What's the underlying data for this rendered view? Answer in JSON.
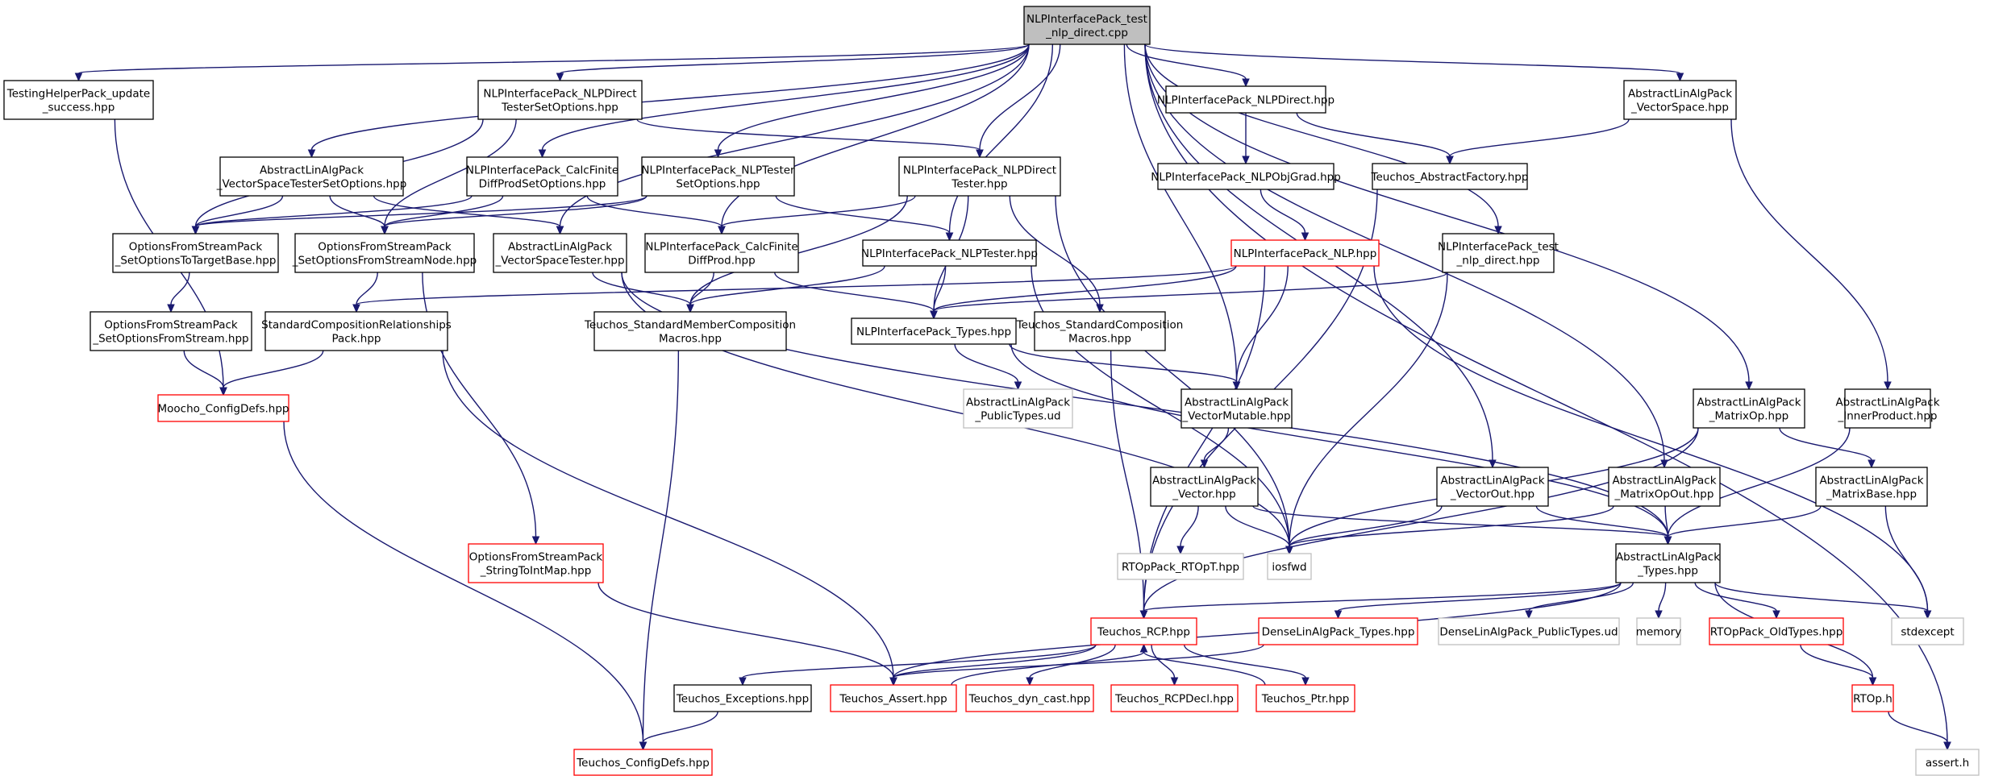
{
  "colors": {
    "edge": "#191970",
    "border_normal": "#000000",
    "border_truncated": "#ff0000",
    "border_external": "#bfbfbf",
    "root_fill": "#bfbfbf",
    "node_fill": "#ffffff"
  },
  "nodes": [
    {
      "id": "root",
      "lines": [
        "NLPInterfacePack_test",
        "_nlp_direct.cpp"
      ],
      "kind": "root"
    },
    {
      "id": "thp",
      "lines": [
        "TestingHelperPack_update",
        "_success.hpp"
      ],
      "kind": "normal"
    },
    {
      "id": "nlpdtso",
      "lines": [
        "NLPInterfacePack_NLPDirect",
        "TesterSetOptions.hpp"
      ],
      "kind": "normal"
    },
    {
      "id": "nlpd",
      "lines": [
        "NLPInterfacePack_NLPDirect.hpp"
      ],
      "kind": "normal"
    },
    {
      "id": "alavs",
      "lines": [
        "AbstractLinAlgPack",
        "_VectorSpace.hpp"
      ],
      "kind": "normal"
    },
    {
      "id": "alavsto",
      "lines": [
        "AbstractLinAlgPack",
        "_VectorSpaceTesterSetOptions.hpp"
      ],
      "kind": "normal"
    },
    {
      "id": "cfdpso",
      "lines": [
        "NLPInterfacePack_CalcFinite",
        "DiffProdSetOptions.hpp"
      ],
      "kind": "normal"
    },
    {
      "id": "nlptso",
      "lines": [
        "NLPInterfacePack_NLPTester",
        "SetOptions.hpp"
      ],
      "kind": "normal"
    },
    {
      "id": "nlpdt",
      "lines": [
        "NLPInterfacePack_NLPDirect",
        "Tester.hpp"
      ],
      "kind": "normal"
    },
    {
      "id": "nlpog",
      "lines": [
        "NLPInterfacePack_NLPObjGrad.hpp"
      ],
      "kind": "normal"
    },
    {
      "id": "taf",
      "lines": [
        "Teuchos_AbstractFactory.hpp"
      ],
      "kind": "normal"
    },
    {
      "id": "ofsptb",
      "lines": [
        "OptionsFromStreamPack",
        "_SetOptionsToTargetBase.hpp"
      ],
      "kind": "normal"
    },
    {
      "id": "ofspsn",
      "lines": [
        "OptionsFromStreamPack",
        "_SetOptionsFromStreamNode.hpp"
      ],
      "kind": "normal"
    },
    {
      "id": "alavst",
      "lines": [
        "AbstractLinAlgPack",
        "_VectorSpaceTester.hpp"
      ],
      "kind": "normal"
    },
    {
      "id": "cfdp",
      "lines": [
        "NLPInterfacePack_CalcFinite",
        "DiffProd.hpp"
      ],
      "kind": "normal"
    },
    {
      "id": "nlpt",
      "lines": [
        "NLPInterfacePack_NLPTester.hpp"
      ],
      "kind": "normal"
    },
    {
      "id": "nlp",
      "lines": [
        "NLPInterfacePack_NLP.hpp"
      ],
      "kind": "truncated"
    },
    {
      "id": "nlpdh",
      "lines": [
        "NLPInterfacePack_test",
        "_nlp_direct.hpp"
      ],
      "kind": "normal"
    },
    {
      "id": "ofspsfs",
      "lines": [
        "OptionsFromStreamPack",
        "_SetOptionsFromStream.hpp"
      ],
      "kind": "normal"
    },
    {
      "id": "scrp",
      "lines": [
        "StandardCompositionRelationships",
        "Pack.hpp"
      ],
      "kind": "normal"
    },
    {
      "id": "tsmc",
      "lines": [
        "Teuchos_StandardMemberComposition",
        "Macros.hpp"
      ],
      "kind": "normal"
    },
    {
      "id": "tscm",
      "lines": [
        "Teuchos_StandardComposition",
        "Macros.hpp"
      ],
      "kind": "normal"
    },
    {
      "id": "nlptypes",
      "lines": [
        "NLPInterfacePack_Types.hpp"
      ],
      "kind": "normal"
    },
    {
      "id": "mcd",
      "lines": [
        "Moocho_ConfigDefs.hpp"
      ],
      "kind": "truncated"
    },
    {
      "id": "alapt",
      "lines": [
        "AbstractLinAlgPack",
        "_PublicTypes.ud"
      ],
      "kind": "external"
    },
    {
      "id": "alavm",
      "lines": [
        "AbstractLinAlgPack",
        "_VectorMutable.hpp"
      ],
      "kind": "normal"
    },
    {
      "id": "alamo",
      "lines": [
        "AbstractLinAlgPack",
        "_MatrixOp.hpp"
      ],
      "kind": "normal"
    },
    {
      "id": "alaip",
      "lines": [
        "AbstractLinAlgPack",
        "_InnerProduct.hpp"
      ],
      "kind": "normal"
    },
    {
      "id": "alav",
      "lines": [
        "AbstractLinAlgPack",
        "_Vector.hpp"
      ],
      "kind": "normal"
    },
    {
      "id": "alavo",
      "lines": [
        "AbstractLinAlgPack",
        "_VectorOut.hpp"
      ],
      "kind": "normal"
    },
    {
      "id": "alamoo",
      "lines": [
        "AbstractLinAlgPack",
        "_MatrixOpOut.hpp"
      ],
      "kind": "normal"
    },
    {
      "id": "alamb",
      "lines": [
        "AbstractLinAlgPack",
        "_MatrixBase.hpp"
      ],
      "kind": "normal"
    },
    {
      "id": "ofsstim",
      "lines": [
        "OptionsFromStreamPack",
        "_StringToIntMap.hpp"
      ],
      "kind": "truncated"
    },
    {
      "id": "rtopt",
      "lines": [
        "RTOpPack_RTOpT.hpp"
      ],
      "kind": "external"
    },
    {
      "id": "iosfwd",
      "lines": [
        "iosfwd"
      ],
      "kind": "external"
    },
    {
      "id": "alatypes",
      "lines": [
        "AbstractLinAlgPack",
        "_Types.hpp"
      ],
      "kind": "normal"
    },
    {
      "id": "trcp",
      "lines": [
        "Teuchos_RCP.hpp"
      ],
      "kind": "truncated"
    },
    {
      "id": "dlapt",
      "lines": [
        "DenseLinAlgPack_Types.hpp"
      ],
      "kind": "truncated"
    },
    {
      "id": "dlaptud",
      "lines": [
        "DenseLinAlgPack_PublicTypes.ud"
      ],
      "kind": "external"
    },
    {
      "id": "memory",
      "lines": [
        "memory"
      ],
      "kind": "external"
    },
    {
      "id": "rtopold",
      "lines": [
        "RTOpPack_OldTypes.hpp"
      ],
      "kind": "truncated"
    },
    {
      "id": "stdexcept",
      "lines": [
        "stdexcept"
      ],
      "kind": "external"
    },
    {
      "id": "texc",
      "lines": [
        "Teuchos_Exceptions.hpp"
      ],
      "kind": "normal"
    },
    {
      "id": "tassert",
      "lines": [
        "Teuchos_Assert.hpp"
      ],
      "kind": "truncated"
    },
    {
      "id": "tdyn",
      "lines": [
        "Teuchos_dyn_cast.hpp"
      ],
      "kind": "truncated"
    },
    {
      "id": "trcpdecl",
      "lines": [
        "Teuchos_RCPDecl.hpp"
      ],
      "kind": "truncated"
    },
    {
      "id": "tptr",
      "lines": [
        "Teuchos_Ptr.hpp"
      ],
      "kind": "truncated"
    },
    {
      "id": "rtoph",
      "lines": [
        "RTOp.h"
      ],
      "kind": "truncated"
    },
    {
      "id": "tcd",
      "lines": [
        "Teuchos_ConfigDefs.hpp"
      ],
      "kind": "truncated"
    },
    {
      "id": "asserth",
      "lines": [
        "assert.h"
      ],
      "kind": "external"
    }
  ],
  "edges": [
    [
      "root",
      "thp"
    ],
    [
      "root",
      "nlpdtso"
    ],
    [
      "root",
      "nlpd"
    ],
    [
      "root",
      "alavs"
    ],
    [
      "root",
      "alavsto"
    ],
    [
      "root",
      "cfdpso"
    ],
    [
      "root",
      "nlptso"
    ],
    [
      "root",
      "nlpdt"
    ],
    [
      "root",
      "cfdp"
    ],
    [
      "root",
      "nlpt"
    ],
    [
      "root",
      "alavst"
    ],
    [
      "root",
      "nlpdh"
    ],
    [
      "root",
      "alavm"
    ],
    [
      "root",
      "alamo"
    ],
    [
      "root",
      "alavo"
    ],
    [
      "root",
      "alamoo"
    ],
    [
      "root",
      "asserth"
    ],
    [
      "thp",
      "mcd"
    ],
    [
      "nlpdtso",
      "ofsptb"
    ],
    [
      "nlpdtso",
      "ofspsn"
    ],
    [
      "nlpdtso",
      "nlpdt"
    ],
    [
      "nlpd",
      "nlpog"
    ],
    [
      "nlpd",
      "taf"
    ],
    [
      "alavs",
      "taf"
    ],
    [
      "alavs",
      "alaip"
    ],
    [
      "alavsto",
      "ofsptb"
    ],
    [
      "alavsto",
      "ofspsn"
    ],
    [
      "alavsto",
      "alavst"
    ],
    [
      "cfdpso",
      "ofsptb"
    ],
    [
      "cfdpso",
      "ofspsn"
    ],
    [
      "cfdpso",
      "cfdp"
    ],
    [
      "nlptso",
      "ofsptb"
    ],
    [
      "nlptso",
      "ofspsn"
    ],
    [
      "nlptso",
      "nlpt"
    ],
    [
      "nlpdt",
      "cfdp"
    ],
    [
      "nlpdt",
      "tsmc"
    ],
    [
      "nlpdt",
      "tscm"
    ],
    [
      "nlpdt",
      "nlptypes"
    ],
    [
      "nlpdt",
      "iosfwd"
    ],
    [
      "nlpog",
      "nlp"
    ],
    [
      "taf",
      "trcp"
    ],
    [
      "ofsptb",
      "ofspsfs"
    ],
    [
      "ofspsn",
      "scrp"
    ],
    [
      "ofspsn",
      "ofsstim"
    ],
    [
      "alavst",
      "tsmc"
    ],
    [
      "alavst",
      "alatypes"
    ],
    [
      "alavst",
      "iosfwd"
    ],
    [
      "cfdp",
      "tsmc"
    ],
    [
      "cfdp",
      "nlptypes"
    ],
    [
      "nlpt",
      "nlptypes"
    ],
    [
      "nlpt",
      "iosfwd"
    ],
    [
      "nlpt",
      "tsmc"
    ],
    [
      "nlp",
      "nlptypes"
    ],
    [
      "nlp",
      "scrp"
    ],
    [
      "nlp",
      "alavm"
    ],
    [
      "nlp",
      "trcp"
    ],
    [
      "nlp",
      "stdexcept"
    ],
    [
      "nlpdh",
      "nlptypes"
    ],
    [
      "nlpdh",
      "iosfwd"
    ],
    [
      "ofspsfs",
      "mcd"
    ],
    [
      "scrp",
      "mcd"
    ],
    [
      "scrp",
      "tassert"
    ],
    [
      "tsmc",
      "tcd"
    ],
    [
      "tscm",
      "trcp"
    ],
    [
      "nlptypes",
      "alapt"
    ],
    [
      "nlptypes",
      "alavm"
    ],
    [
      "nlptypes",
      "alatypes"
    ],
    [
      "mcd",
      "tcd"
    ],
    [
      "alavm",
      "alav"
    ],
    [
      "alamo",
      "iosfwd"
    ],
    [
      "alamo",
      "alamb"
    ],
    [
      "alamo",
      "trcp"
    ],
    [
      "alaip",
      "alatypes"
    ],
    [
      "alav",
      "rtopt"
    ],
    [
      "alav",
      "iosfwd"
    ],
    [
      "alav",
      "alatypes"
    ],
    [
      "alavo",
      "iosfwd"
    ],
    [
      "alavo",
      "alatypes"
    ],
    [
      "alamoo",
      "iosfwd"
    ],
    [
      "alamoo",
      "alatypes"
    ],
    [
      "alamb",
      "alatypes"
    ],
    [
      "alamb",
      "stdexcept"
    ],
    [
      "ofsstim",
      "tassert"
    ],
    [
      "alatypes",
      "trcp"
    ],
    [
      "alatypes",
      "dlapt"
    ],
    [
      "alatypes",
      "dlaptud"
    ],
    [
      "alatypes",
      "memory"
    ],
    [
      "alatypes",
      "rtopold"
    ],
    [
      "alatypes",
      "stdexcept"
    ],
    [
      "alatypes",
      "rtoph"
    ],
    [
      "alatypes",
      "tassert"
    ],
    [
      "trcp",
      "texc"
    ],
    [
      "trcp",
      "tassert"
    ],
    [
      "trcp",
      "tdyn"
    ],
    [
      "trcp",
      "trcpdecl"
    ],
    [
      "trcp",
      "tptr"
    ],
    [
      "dlapt",
      "tassert"
    ],
    [
      "rtopold",
      "rtoph"
    ],
    [
      "texc",
      "tcd"
    ],
    [
      "tassert",
      "trcp"
    ],
    [
      "tptr",
      "trcp"
    ],
    [
      "rtoph",
      "asserth"
    ]
  ]
}
